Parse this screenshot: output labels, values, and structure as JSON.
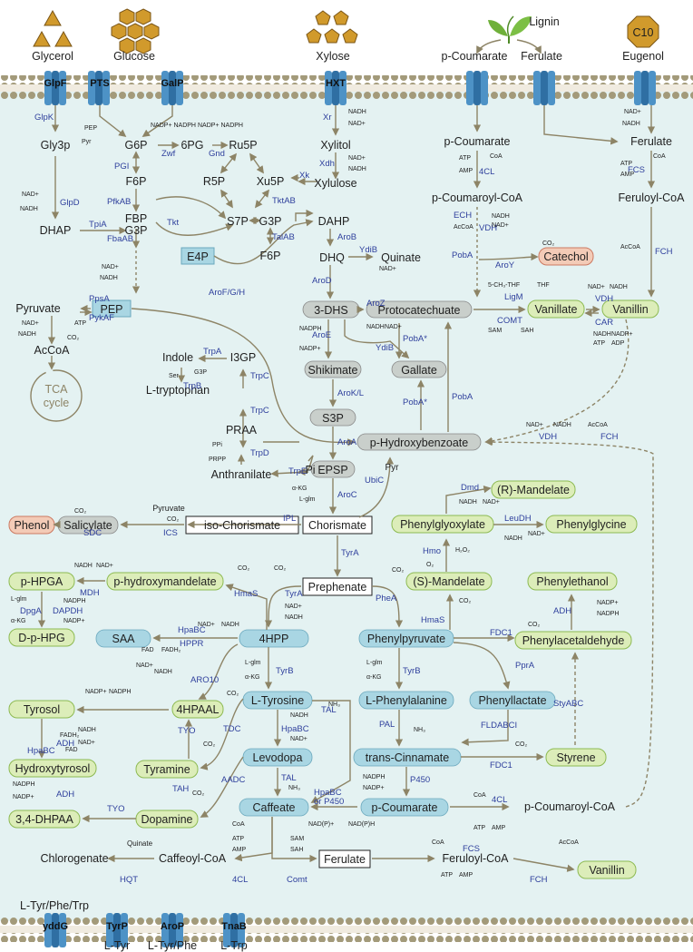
{
  "colors": {
    "cell": "#e4f2f2",
    "membrane_head": "#a39a7a",
    "transporter": "#4d92c6",
    "transporter_core": "#2f6fa3",
    "green_box": "#dcedb9",
    "green_border": "#8dba52",
    "blue_box": "#a9d6e3",
    "grey_box": "#c9cfcb",
    "red_box": "#f3cbb7",
    "red_border": "#cc7a62",
    "arrow": "#8d8466",
    "enzyme_text": "#2e3f9c",
    "substrate_icon": "#d19a2c"
  },
  "sources": {
    "glycerol": "Glycerol",
    "glucose": "Glucose",
    "xylose": "Xylose",
    "lignin": "Lignin",
    "p_coumarate": "p-Coumarate",
    "ferulate": "Ferulate",
    "eugenol": "Eugenol",
    "eugenol_badge": "C10",
    "tca": "TCA\ncycle"
  },
  "transporters_top": [
    "GlpF",
    "PTS",
    "GalP",
    "HXT"
  ],
  "transporters_bottom": [
    "yddG",
    "TyrP",
    "AroP",
    "TnaB"
  ],
  "bottom_labels": {
    "export": "L-Tyr/Phe/Trp",
    "tyrp": "L-Tyr",
    "arop": "L-Tyr/Phe",
    "tnab": "L-Trp"
  },
  "metabolites": {
    "gly3p": "Gly3p",
    "dhap": "DHAP",
    "g3p_left": "G3P",
    "pyruvate": "Pyruvate",
    "acoa": "AcCoA",
    "g6p": "G6P",
    "pg6": "6PG",
    "ru5p": "Ru5P",
    "f6p": "F6P",
    "fbp": "FBP",
    "r5p": "R5P",
    "xu5p": "Xu5P",
    "s7p": "S7P",
    "g3p_right": "G3P",
    "f6p_right": "F6P",
    "e4p": "E4P",
    "pep": "PEP",
    "xylitol": "Xylitol",
    "xylulose": "Xylulose",
    "dahp": "DAHP",
    "dhq": "DHQ",
    "quinate_top": "Quinate",
    "dhs": "3-DHS",
    "shikimate": "Shikimate",
    "s3p": "S3P",
    "pi": "Pi",
    "epsp": "EPSP",
    "chorismate": "Chorismate",
    "gallate": "Gallate",
    "protocatechuate": "Protocatechuate",
    "catechol": "Catechol",
    "p_coumarate_in": "p-Coumarate",
    "p_coumaroyl_coa": "p-Coumaroyl-CoA",
    "ferulate_in": "Ferulate",
    "feruloyl_coa": "Feruloyl-CoA",
    "vanillate": "Vanillate",
    "vanillin": "Vanillin",
    "p_hba": "p-Hydroxybenzoate",
    "pyr_small": "Pyr",
    "indole": "Indole",
    "i3gp": "I3GP",
    "l_trp": "L-tryptophan",
    "praa": "PRAA",
    "anthranilate": "Anthranilate",
    "phenol": "Phenol",
    "salicylate": "Salicylate",
    "iso_chorismate": "iso-Chorismate",
    "pyruvate_small": "Pyruvate",
    "r_mandelate": "(R)-Mandelate",
    "phenylglyoxylate": "Phenylglyoxylate",
    "phenylglycine": "Phenylglycine",
    "s_mandelate": "(S)-Mandelate",
    "prephenate": "Prephenate",
    "p_hpga": "p-HPGA",
    "p_hydroxymandelate": "p-hydroxymandelate",
    "d_p_hpg": "D-p-HPG",
    "saa": "SAA",
    "hpp4": "4HPP",
    "phenylpyruvate": "Phenylpyruvate",
    "phenylethanol": "Phenylethanol",
    "phenylacetaldehyde": "Phenylacetaldehyde",
    "tyrosol": "Tyrosol",
    "hpaal4": "4HPAAL",
    "l_tyrosine": "L-Tyrosine",
    "l_phenylalanine": "L-Phenylalanine",
    "phenyllactate": "Phenyllactate",
    "hydroxytyrosol": "Hydroxytyrosol",
    "tyramine": "Tyramine",
    "levodopa": "Levodopa",
    "trans_cinnamate": "trans-Cinnamate",
    "styrene": "Styrene",
    "dhpaa": "3,4-DHPAA",
    "dopamine": "Dopamine",
    "caffeate": "Caffeate",
    "p_coumarate_low": "p-Coumarate",
    "p_coumaroyl_coa_low": "p-Coumaroyl-CoA",
    "chlorogenate": "Chlorogenate",
    "caffeoyl_coa": "Caffeoyl-CoA",
    "ferulate_low": "Ferulate",
    "feruloyl_coa_low": "Feruloyl-CoA",
    "vanillin_low": "Vanillin"
  },
  "enzymes": {
    "glpk": "GlpK",
    "glpd": "GlpD",
    "tpia": "TpiA",
    "ppsa": "PpsA",
    "pykaf": "PykAF",
    "pgi": "PGI",
    "zwf": "Zwf",
    "gnd": "Gnd",
    "pfkab": "PfkAB",
    "fbaab": "FbaAB",
    "tkt": "Tkt",
    "tktab": "TktAB",
    "talab": "TalAB",
    "xr": "Xr",
    "xdh": "Xdh",
    "xk": "Xk",
    "arob": "AroB",
    "ydib1": "YdiB",
    "arod": "AroD",
    "aroz": "AroZ",
    "aroe": "AroE",
    "ydib2": "YdiB",
    "arokl": "AroK/L",
    "aroa": "AroA",
    "aroc": "AroC",
    "ubic": "UbiC",
    "arofgh": "AroF/G/H",
    "pobaS1": "PobA*",
    "pobaS2": "PobA*",
    "poba": "PobA",
    "poba2": "PobA",
    "ech": "ECH",
    "vdh1": "VDH",
    "aroy": "AroY",
    "ligm": "LigM",
    "comt1": "COMT",
    "vdh2": "VDH",
    "car": "CAR",
    "fcs1": "FCS",
    "fch1": "FCH",
    "cl4_1": "4CL",
    "vdh3": "VDH",
    "fch2": "FCH",
    "trpa": "TrpA",
    "trpb": "TrpB",
    "trpc1": "TrpC",
    "trpc2": "TrpC",
    "trpd": "TrpD",
    "trpe": "TrpE",
    "ipl": "IPL",
    "ics": "ICS",
    "sdc": "SDC",
    "tyra1": "TyrA",
    "phea": "PheA",
    "tyra2": "TyrA",
    "hmas1": "HmaS",
    "hmas2": "HmaS",
    "mdh": "MDH",
    "dpga": "DpgA",
    "dapdh": "DAPDH",
    "dmd": "Dmd",
    "leudh": "LeuDH",
    "hmo": "Hmo",
    "hpabc1": "HpaBC",
    "hppr": "HPPR",
    "aro10": "ARO10",
    "tyrb1": "TyrB",
    "tyrb2": "TyrB",
    "fdc1a": "FDC1",
    "adh1": "ADH",
    "ppra": "PprA",
    "styabc": "StyABC",
    "adh2": "ADH",
    "hpabc2": "HpaBC",
    "tyo1": "TYO",
    "tdc": "TDC",
    "hpabc3": "HpaBC",
    "tal1": "TAL",
    "pal": "PAL",
    "fldabci": "FLDABCI",
    "fdc1b": "FDC1",
    "adh3": "ADH",
    "tah": "TAH",
    "aadc": "AADC",
    "tal2": "TAL",
    "tyo2": "TYO",
    "p450": "P450",
    "hpabc_p450": "HpaBC\nor P450",
    "cl4_2": "4CL",
    "hqt": "HQT",
    "cl4_3": "4CL",
    "comt2": "Comt",
    "fcs2": "FCS",
    "fch3": "FCH"
  },
  "cofactors": {
    "nadp_nadph": "NADP+ NADPH",
    "nadh": "NADH",
    "nad": "NAD+",
    "nadp": "NADP+",
    "nadph": "NADPH",
    "pep": "PEP",
    "pyr": "Pyr",
    "atp": "ATP",
    "amp": "AMP",
    "adp": "ADP",
    "coa": "CoA",
    "acetyl_coa": "AcCoA",
    "co2": "CO₂",
    "nh3": "NH₃",
    "o2": "O₂",
    "h2o2": "H₂O₂",
    "ser": "Ser",
    "g3p": "G3P",
    "ppi": "PPi",
    "prpp": "PRPP",
    "lglm": "L-glm",
    "akg": "α-KG",
    "fad": "FAD",
    "fadh2": "FADH₂",
    "sam": "SAM",
    "sah": "SAH",
    "thf": "THF",
    "ch3thf": "5-CH₃-THF",
    "nadph_plus": "NAD(P)+",
    "nadph_h": "NAD(P)H"
  }
}
